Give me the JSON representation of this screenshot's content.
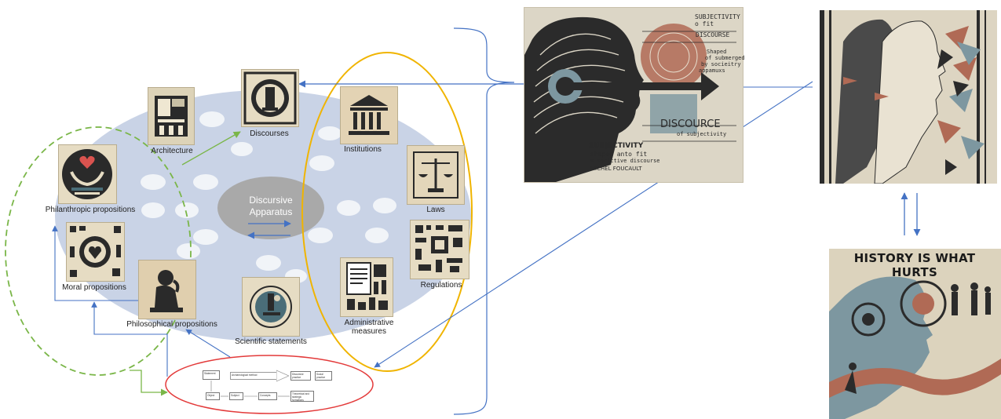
{
  "nodes": {
    "architecture": "Architecture",
    "discourses": "Discourses",
    "institutions": "Institutions",
    "laws": "Laws",
    "regulations": "Regulations",
    "administrative_measures": "Administrative measures",
    "scientific_statements": "Scientific statements",
    "philosophical_propositions": "Philosophical propositions",
    "moral_propositions": "Moral propositions",
    "philanthropic_propositions": "Philanthropic propositions"
  },
  "center": {
    "line1": "Discursive",
    "line2": "Apparatus"
  },
  "flow": {
    "statement": "Statement",
    "archaeological_method": "Archaeological method",
    "discursive_practice": "Discursive practice",
    "social_practice": "Social practice",
    "object": "Object",
    "subject": "Subject",
    "concepts": "Concepts",
    "theoretical_strategy": "Theoretical and strategic formations"
  },
  "poster_subjectivity": {
    "top_lines": [
      "SUBJECTIVITY",
      "o fit",
      "DISCOURSE",
      "Shaped",
      "of submerged",
      "by socieitry",
      "appamuxs"
    ],
    "big_word": "DISCOURCE",
    "big_sub": "of subjectivity",
    "bottom_lines": [
      "SUBJECTIVITY",
      "shaped anto fit",
      "s socictive discourse",
      "MICHEL FOUCAULT"
    ]
  },
  "poster_history": {
    "title": "HISTORY IS WHAT HURTS"
  },
  "colors": {
    "ellipse_fill": "#c9d3e6",
    "center_fill": "#a9a9a9",
    "green_dashed": "#7ab648",
    "yellow": "#f0b400",
    "red": "#e33a3a",
    "arrow_blue": "#4472c4",
    "tile_bg": "#e8dfc8"
  }
}
